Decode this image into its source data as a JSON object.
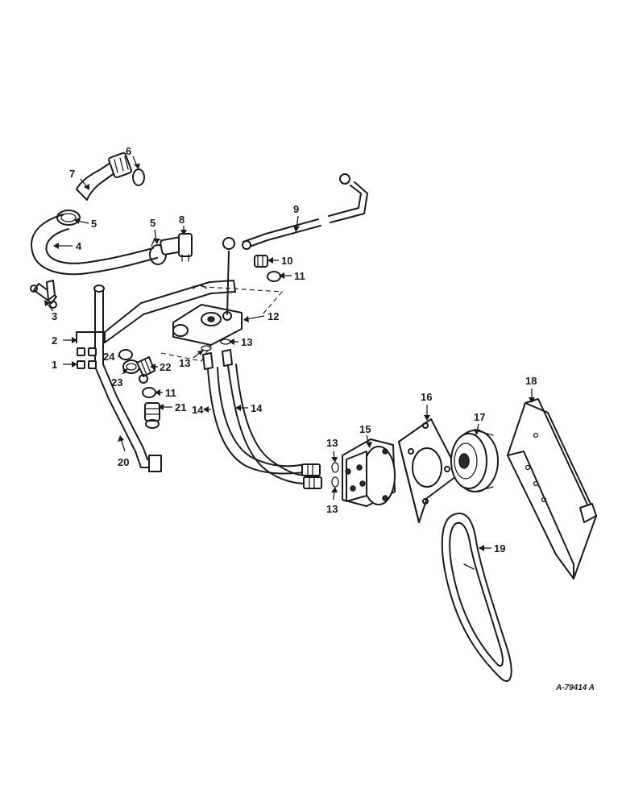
{
  "diagram": {
    "drawing_number": "A-79414 A",
    "callouts": [
      {
        "id": "c1",
        "label": "1"
      },
      {
        "id": "c2",
        "label": "2"
      },
      {
        "id": "c3",
        "label": "3"
      },
      {
        "id": "c4",
        "label": "4"
      },
      {
        "id": "c5a",
        "label": "5"
      },
      {
        "id": "c5b",
        "label": "5"
      },
      {
        "id": "c6",
        "label": "6"
      },
      {
        "id": "c7",
        "label": "7"
      },
      {
        "id": "c8",
        "label": "8"
      },
      {
        "id": "c9",
        "label": "9"
      },
      {
        "id": "c10",
        "label": "10"
      },
      {
        "id": "c11a",
        "label": "11"
      },
      {
        "id": "c11b",
        "label": "11"
      },
      {
        "id": "c12",
        "label": "12"
      },
      {
        "id": "c13a",
        "label": "13"
      },
      {
        "id": "c13b",
        "label": "13"
      },
      {
        "id": "c13c",
        "label": "13"
      },
      {
        "id": "c13d",
        "label": "13"
      },
      {
        "id": "c14a",
        "label": "14"
      },
      {
        "id": "c14b",
        "label": "14"
      },
      {
        "id": "c15",
        "label": "15"
      },
      {
        "id": "c16",
        "label": "16"
      },
      {
        "id": "c17",
        "label": "17"
      },
      {
        "id": "c18",
        "label": "18"
      },
      {
        "id": "c19",
        "label": "19"
      },
      {
        "id": "c20",
        "label": "20"
      },
      {
        "id": "c21",
        "label": "21"
      },
      {
        "id": "c22",
        "label": "22"
      },
      {
        "id": "c23",
        "label": "23"
      },
      {
        "id": "c24",
        "label": "24"
      }
    ]
  }
}
